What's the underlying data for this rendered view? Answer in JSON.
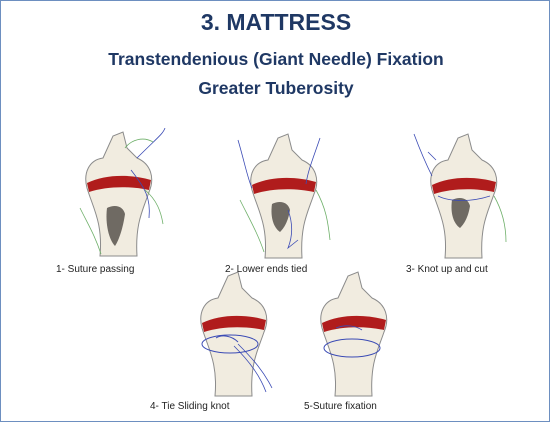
{
  "header": {
    "title": "3. MATTRESS",
    "subtitle": "Transtendenious (Giant Needle) Fixation",
    "subtitle2": "Greater Tuberosity"
  },
  "steps": [
    {
      "label": "1- Suture passing"
    },
    {
      "label": "2- Lower ends tied"
    },
    {
      "label": "3- Knot up and cut"
    },
    {
      "label": "4- Tie Sliding knot"
    },
    {
      "label": "5-Suture fixation"
    }
  ],
  "colors": {
    "title": "#1f3864",
    "tendon": "#b01c1c",
    "bone_outline": "#8b8b8b",
    "bone_fill": "#f1ece0",
    "bone_shade": "#6f6a63",
    "suture_blue": "#3b4bb5",
    "suture_green": "#6fb06a"
  }
}
